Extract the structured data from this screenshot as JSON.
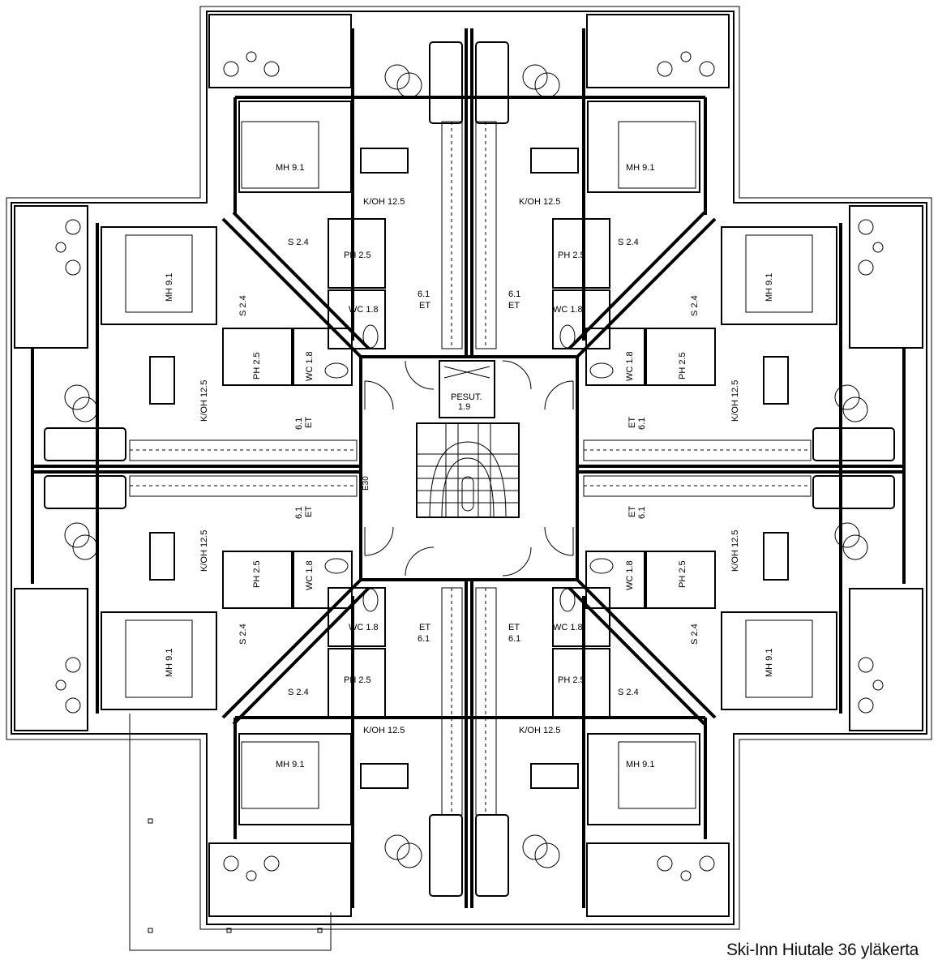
{
  "caption": "Ski-Inn Hiutale 36 yläkerta",
  "stair_landing": {
    "name": "PESUT.",
    "area": "1.9"
  },
  "small_mark": "E30",
  "apartments": [
    {
      "id": "top-left",
      "kitchen": "K/OH 12.5",
      "bedroom": "MH 9.1",
      "bath": "PH 2.5",
      "wc": "WC 1.8",
      "storage": "S 2.4",
      "hall": "ET",
      "hall_area": "6.1"
    },
    {
      "id": "top-right",
      "kitchen": "K/OH 12.5",
      "bedroom": "MH 9.1",
      "bath": "PH 2.5",
      "wc": "WC 1.8",
      "storage": "S 2.4",
      "hall": "ET",
      "hall_area": "6.1"
    },
    {
      "id": "left-upper",
      "kitchen": "K/OH 12.5",
      "bedroom": "MH 9.1",
      "bath": "PH 2.5",
      "wc": "WC 1.8",
      "storage": "S 2.4",
      "hall": "ET",
      "hall_area": "6.1"
    },
    {
      "id": "left-lower",
      "kitchen": "K/OH 12.5",
      "bedroom": "MH 9.1",
      "bath": "PH 2.5",
      "wc": "WC 1.8",
      "storage": "S 2.4",
      "hall": "ET",
      "hall_area": "6.1"
    },
    {
      "id": "right-upper",
      "kitchen": "K/OH 12.5",
      "bedroom": "MH 9.1",
      "bath": "PH 2.5",
      "wc": "WC 1.8",
      "storage": "S 2.4",
      "hall": "ET",
      "hall_area": "6.1"
    },
    {
      "id": "right-lower",
      "kitchen": "K/OH 12.5",
      "bedroom": "MH 9.1",
      "bath": "PH 2.5",
      "wc": "WC 1.8",
      "storage": "S 2.4",
      "hall": "ET",
      "hall_area": "6.1"
    },
    {
      "id": "bottom-left",
      "kitchen": "K/OH 12.5",
      "bedroom": "MH 9.1",
      "bath": "PH 2.5",
      "wc": "WC 1.8",
      "storage": "S 2.4",
      "hall": "ET",
      "hall_area": "6.1"
    },
    {
      "id": "bottom-right",
      "kitchen": "K/OH 12.5",
      "bedroom": "MH 9.1",
      "bath": "PH 2.5",
      "wc": "WC 1.8",
      "storage": "S 2.4",
      "hall": "ET",
      "hall_area": "6.1"
    }
  ]
}
